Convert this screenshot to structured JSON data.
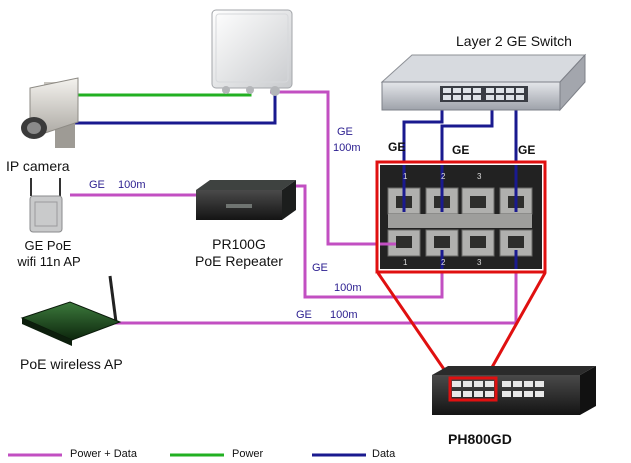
{
  "colors": {
    "power_data": "#c24fc2",
    "power": "#22b022",
    "data": "#1a1a8f",
    "highlight": "#e01010"
  },
  "devices": {
    "switch": {
      "label": "Layer 2 GE Switch",
      "icon": "switch-icon"
    },
    "outdoor_ap": {
      "icon": "outdoor-enclosure-icon"
    },
    "ip_camera": {
      "label": "IP camera",
      "icon": "ip-camera-icon"
    },
    "wifi_ap": {
      "label_line1": "GE PoE",
      "label_line2": "wifi 11n AP",
      "icon": "wifi-ap-icon"
    },
    "repeater": {
      "label_line1": "PR100G",
      "label_line2": "PoE Repeater",
      "icon": "poe-repeater-icon"
    },
    "wireless_ap": {
      "label": "PoE wireless AP",
      "icon": "wireless-router-icon"
    },
    "injector": {
      "label": "PH800GD",
      "icon": "poe-injector-icon"
    }
  },
  "port_panel": {
    "port_numbers_top": [
      "1",
      "2",
      "3"
    ],
    "port_numbers_bottom": [
      "1",
      "2",
      "3"
    ]
  },
  "link_labels": {
    "ge": "GE",
    "len_100m": "100m"
  },
  "legend": {
    "items": [
      {
        "label": "Power + Data",
        "color": "#c24fc2"
      },
      {
        "label": "Power",
        "color": "#22b022"
      },
      {
        "label": "Data",
        "color": "#1a1a8f"
      }
    ]
  }
}
